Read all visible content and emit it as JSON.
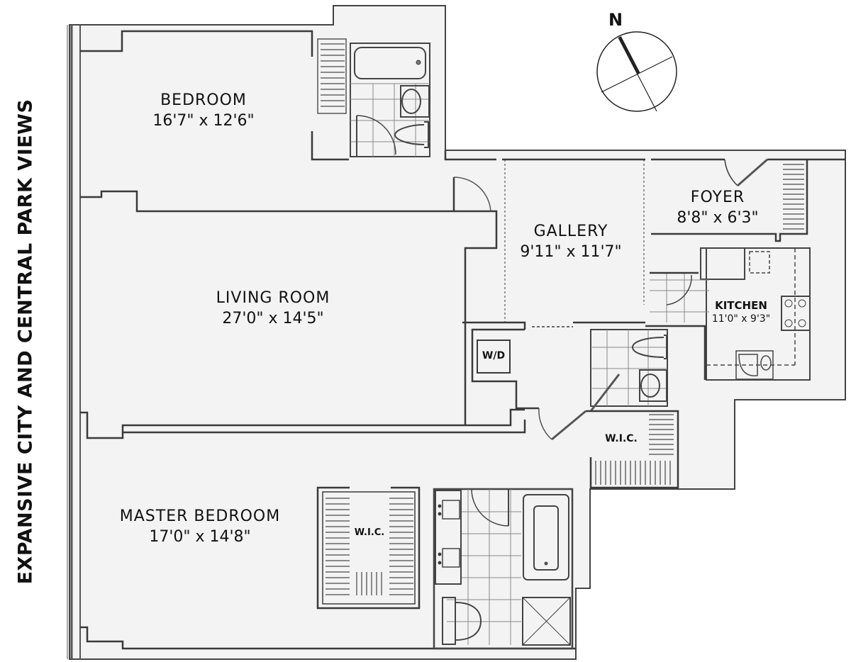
{
  "side_title": "EXPANSIVE CITY AND CENTRAL PARK VIEWS",
  "compass": {
    "label": "N"
  },
  "rooms": {
    "bedroom": {
      "name": "BEDROOM",
      "dims": "16'7\" x 12'6\""
    },
    "living_room": {
      "name": "LIVING ROOM",
      "dims": "27'0\" x 14'5\""
    },
    "gallery": {
      "name": "GALLERY",
      "dims": "9'11\" x 11'7\""
    },
    "foyer": {
      "name": "FOYER",
      "dims": "8'8\" x 6'3\""
    },
    "kitchen": {
      "name": "KITCHEN",
      "dims": "11'0\" x 9'3\""
    },
    "master_bedroom": {
      "name": "MASTER BEDROOM",
      "dims": "17'0\" x 14'8\""
    }
  },
  "tags": {
    "washer_dryer": "W/D",
    "wic_hall": "W.I.C.",
    "wic_master": "W.I.C."
  },
  "colors": {
    "wall": "#3a3a3a",
    "floor": "#f2f2f2",
    "fixture": "#555555",
    "tile": "#777777"
  }
}
